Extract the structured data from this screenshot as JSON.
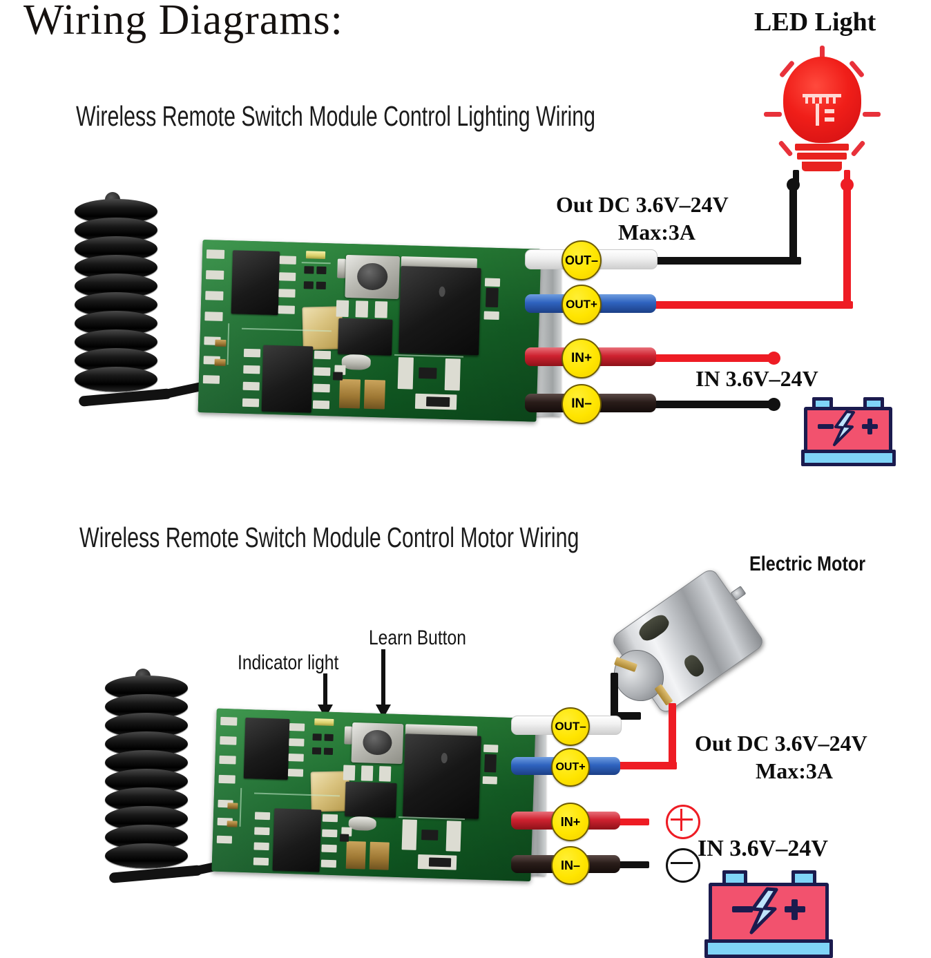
{
  "page": {
    "title": "Wiring Diagrams:"
  },
  "diagram1": {
    "heading": "Wireless Remote Switch Module Control Lighting Wiring",
    "load_label": "LED Light",
    "out_label_line1": "Out DC 3.6V–24V",
    "out_label_line2": "Max:3A",
    "in_label": "IN 3.6V–24V",
    "terminals": [
      {
        "id": "out-minus",
        "label": "OUT–",
        "wire_color": "#ffffff",
        "wire_name": "white"
      },
      {
        "id": "out-plus",
        "label": "OUT+",
        "wire_color": "#2f63bf",
        "wire_name": "blue"
      },
      {
        "id": "in-plus",
        "label": "IN+",
        "wire_color": "#cf2230",
        "wire_name": "red"
      },
      {
        "id": "in-minus",
        "label": "IN–",
        "wire_color": "#2a1d1a",
        "wire_name": "black"
      }
    ]
  },
  "diagram2": {
    "heading": "Wireless Remote Switch Module Control Motor Wiring",
    "load_label": "Electric Motor",
    "out_label_line1": "Out DC 3.6V–24V",
    "out_label_line2": "Max:3A",
    "in_label": "IN 3.6V–24V",
    "annotation_indicator": "Indicator light",
    "annotation_learn": "Learn Button",
    "polarity_plus": "⊕",
    "polarity_minus": "⊖",
    "terminals": [
      {
        "id": "out-minus",
        "label": "OUT–",
        "wire_color": "#ffffff",
        "wire_name": "white"
      },
      {
        "id": "out-plus",
        "label": "OUT+",
        "wire_color": "#2f63bf",
        "wire_name": "blue"
      },
      {
        "id": "in-plus",
        "label": "IN+",
        "wire_color": "#cf2230",
        "wire_name": "red"
      },
      {
        "id": "in-minus",
        "label": "IN–",
        "wire_color": "#2a1d1a",
        "wire_name": "black"
      }
    ]
  },
  "colors": {
    "wire_red": "#ee1c24",
    "wire_black": "#111111",
    "badge_yellow": "#ffe500",
    "pcb_green": "#18702c",
    "battery_body": "#f2526e",
    "battery_outline": "#1b1b4e",
    "battery_terminal": "#7fd4f7",
    "bulb_red": "#f01e19"
  }
}
